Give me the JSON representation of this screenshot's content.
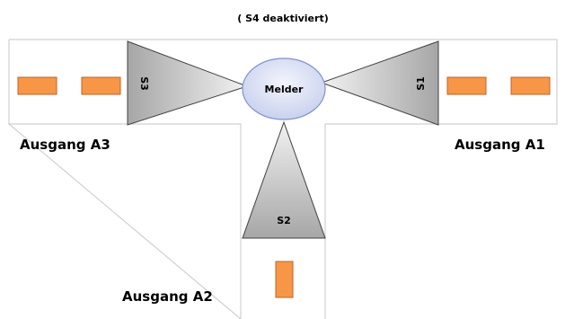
{
  "caption": "( S4 deaktiviert)",
  "detector": {
    "label": "Melder"
  },
  "sensors": [
    {
      "id": "s1",
      "label": "S1"
    },
    {
      "id": "s2",
      "label": "S2"
    },
    {
      "id": "s3",
      "label": "S3"
    }
  ],
  "exits": {
    "a1": "Ausgang A1",
    "a2": "Ausgang A2",
    "a3": "Ausgang A3"
  },
  "colors": {
    "corridor_border": "#d0d0d0",
    "dash_fill": "#f79646",
    "dash_stroke": "#c0622a",
    "sensor_fill_light": "#f2f2f2",
    "sensor_fill_dark": "#a6a6a6",
    "detector_fill": "#dfe3f5",
    "detector_stroke": "#8093c8"
  }
}
